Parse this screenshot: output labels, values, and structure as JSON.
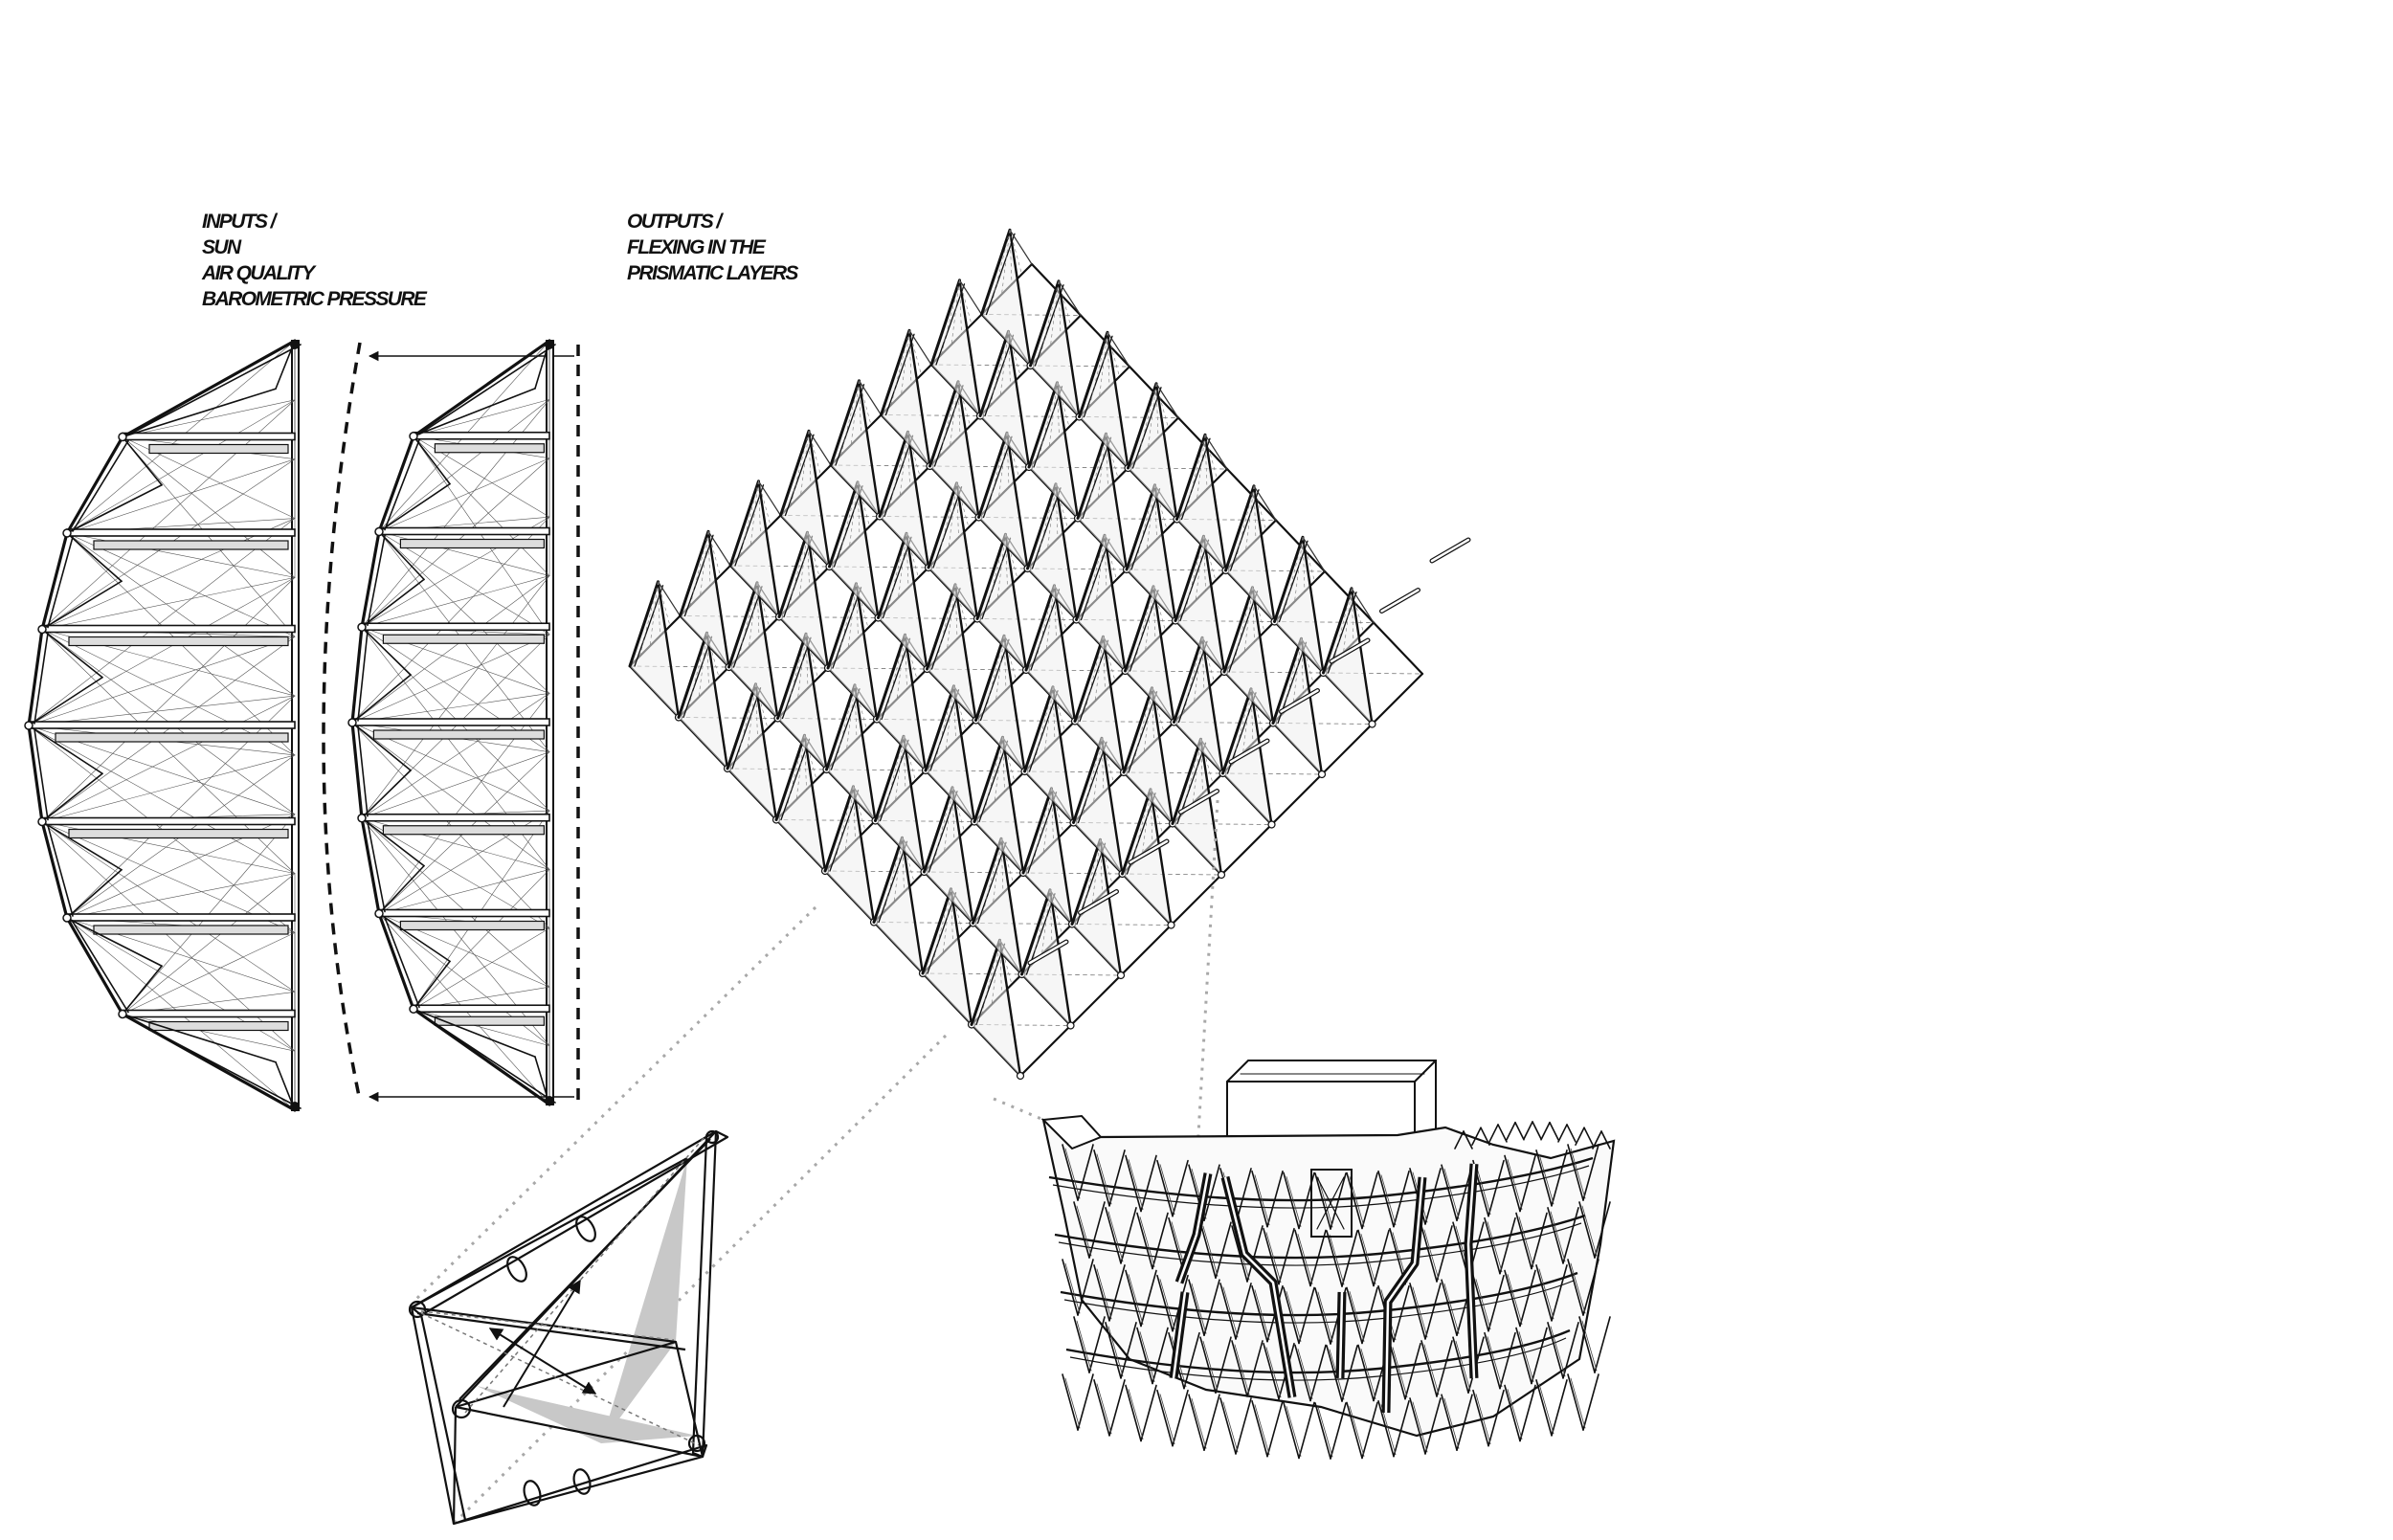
{
  "inputs": {
    "lines": [
      "INPUTS /",
      "SUN",
      "AIR QUALITY",
      "BAROMETRIC PRESSURE"
    ]
  },
  "outputs": {
    "lines": [
      "OUTPUTS /",
      "FLEXING IN THE",
      "PRISMATIC LAYERS"
    ]
  },
  "colors": {
    "ink": "#111111",
    "fill": "#c8c8c8",
    "leader": "#a8a8a8"
  }
}
